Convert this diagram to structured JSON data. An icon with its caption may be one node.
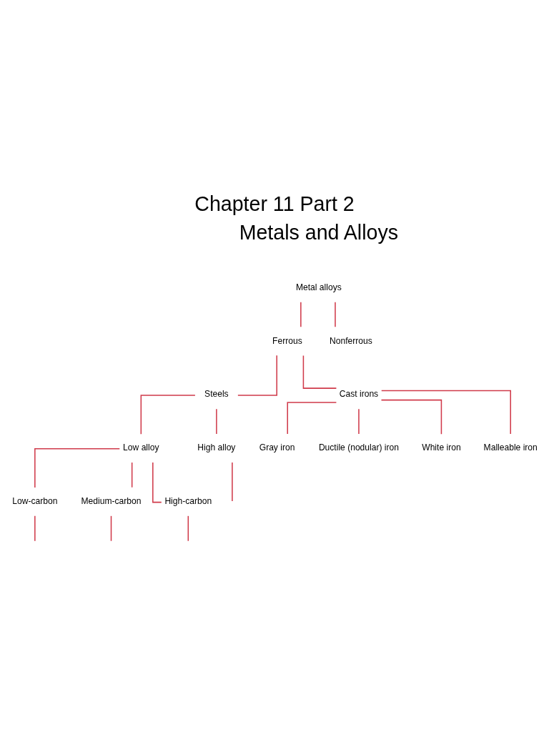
{
  "diagram": {
    "title": "Chapter 11 Part 2",
    "nodes": [
      {
        "text": [
          "Metal alloys"
        ]
      },
      {
        "text": [
          "Ferrous"
        ]
      },
      {
        "text": [
          "Nonferrous"
        ]
      },
      {
        "text": [
          "Steels"
        ]
      },
      {
        "text": [
          "Cast irons"
        ]
      },
      {
        "text": [
          "Low alloy"
        ]
      },
      {
        "text": [
          "High alloy"
        ]
      },
      {
        "text": [
          "Gray iron"
        ]
      },
      {
        "text": [
          "Ductile (nodular) iron"
        ]
      },
      {
        "text": [
          "White iron"
        ]
      },
      {
        "text": [
          "Malleable iron"
        ]
      },
      {
        "text": [
          "Low-carbon"
        ]
      },
      {
        "text": [
          "Medium-carbon"
        ]
      },
      {
        "text": [
          "High-carbon"
        ]
      }
    ],
    "edges": [
      {
        "from": 0,
        "to": 1,
        "arrow": "none",
        "color": "#d03a4a"
      },
      {
        "from": 0,
        "to": 2,
        "arrow": "none",
        "color": "#d03a4a"
      },
      {
        "from": 1,
        "to": 3,
        "arrow": "none",
        "color": "#d03a4a"
      },
      {
        "from": 1,
        "to": 4,
        "arrow": "none",
        "color": "#d03a4a"
      },
      {
        "from": 3,
        "to": 5,
        "arrow": "none",
        "color": "#d03a4a"
      },
      {
        "from": 3,
        "to": 6,
        "arrow": "none",
        "color": "#d03a4a"
      },
      {
        "from": 4,
        "to": 7,
        "arrow": "none",
        "color": "#d03a4a"
      },
      {
        "from": 4,
        "to": 8,
        "arrow": "none",
        "color": "#d03a4a"
      },
      {
        "from": 4,
        "to": 9,
        "arrow": "none",
        "color": "#d03a4a"
      },
      {
        "from": 4,
        "to": 10,
        "arrow": "none",
        "color": "#d03a4a"
      },
      {
        "from": 5,
        "to": 11,
        "arrow": "none",
        "color": "#d03a4a"
      },
      {
        "from": 5,
        "to": 12,
        "arrow": "none",
        "color": "#d03a4a"
      },
      {
        "from": 5,
        "to": 13,
        "arrow": "none",
        "color": "#d03a4a"
      },
      {
        "from": 11,
        "to": null,
        "arrow": "none",
        "color": "#d03a4a"
      },
      {
        "from": 12,
        "to": null,
        "arrow": "none",
        "color": "#d03a4a"
      },
      {
        "from": 13,
        "to": null,
        "arrow": "none",
        "color": "#d03a4a"
      },
      {
        "from": 6,
        "to": null,
        "arrow": "none",
        "color": "#d03a4a"
      }
    ],
    "labels": [
      "Metals and Alloys"
    ]
  }
}
